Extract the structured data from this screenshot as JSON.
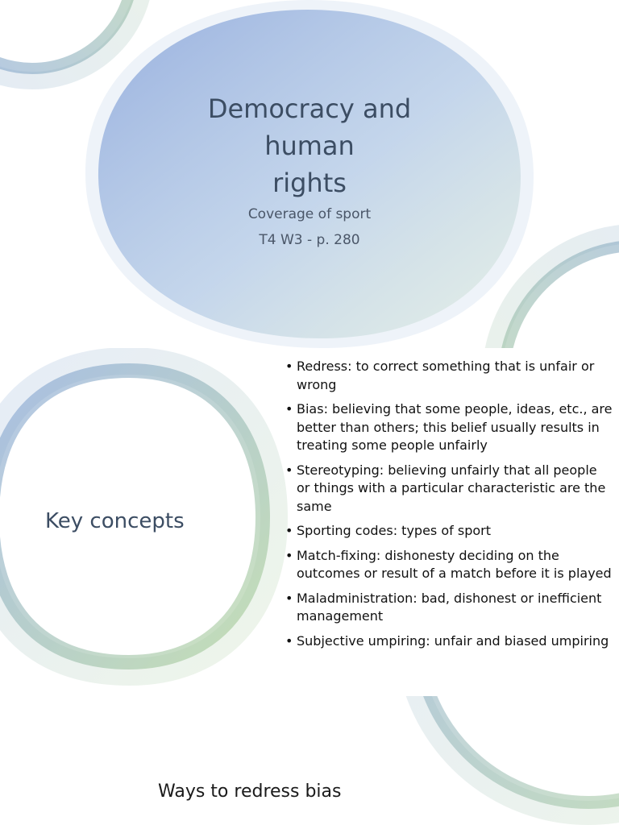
{
  "slide_title": {
    "heading_lines": [
      "Democracy and",
      "human",
      "rights"
    ],
    "subtitle": "Coverage of sport",
    "reference": "T4 W3 - p. 280"
  },
  "slide_key_concepts": {
    "heading": "Key concepts",
    "items": [
      "Redress: to correct something that is unfair or wrong",
      "Bias: believing that some people, ideas, etc., are better than others; this belief usually results in treating some people unfairly",
      "Stereotyping: believing unfairly that all people or things with a particular characteristic are the same",
      "Sporting codes: types of sport",
      "Match-fixing: dishonesty deciding on the outcomes or result of a match before it is played",
      "Maladministration: bad, dishonest or inefficient management",
      "Subjective umpiring: unfair and biased umpiring"
    ]
  },
  "slide_ways": {
    "heading": "Ways to redress bias"
  },
  "colors": {
    "blue": "#7f9fd6",
    "green": "#a9cf92",
    "title_text": "#3c4d63"
  }
}
